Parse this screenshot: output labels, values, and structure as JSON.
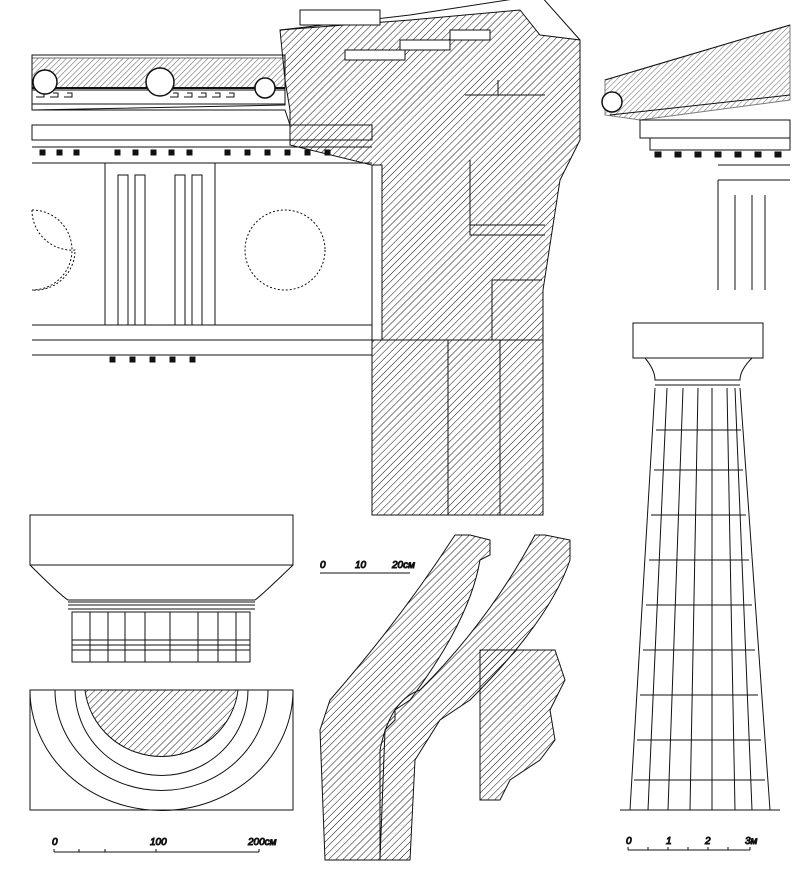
{
  "colors": {
    "ink": "#111111",
    "paper": "#ffffff"
  },
  "scales": {
    "profile_scale": {
      "ticks": [
        "0",
        "10",
        "20см"
      ]
    },
    "capital_scale": {
      "ticks": [
        "0",
        "100",
        "200см"
      ]
    },
    "column_scale": {
      "ticks": [
        "0",
        "1",
        "2",
        "3м"
      ]
    }
  }
}
